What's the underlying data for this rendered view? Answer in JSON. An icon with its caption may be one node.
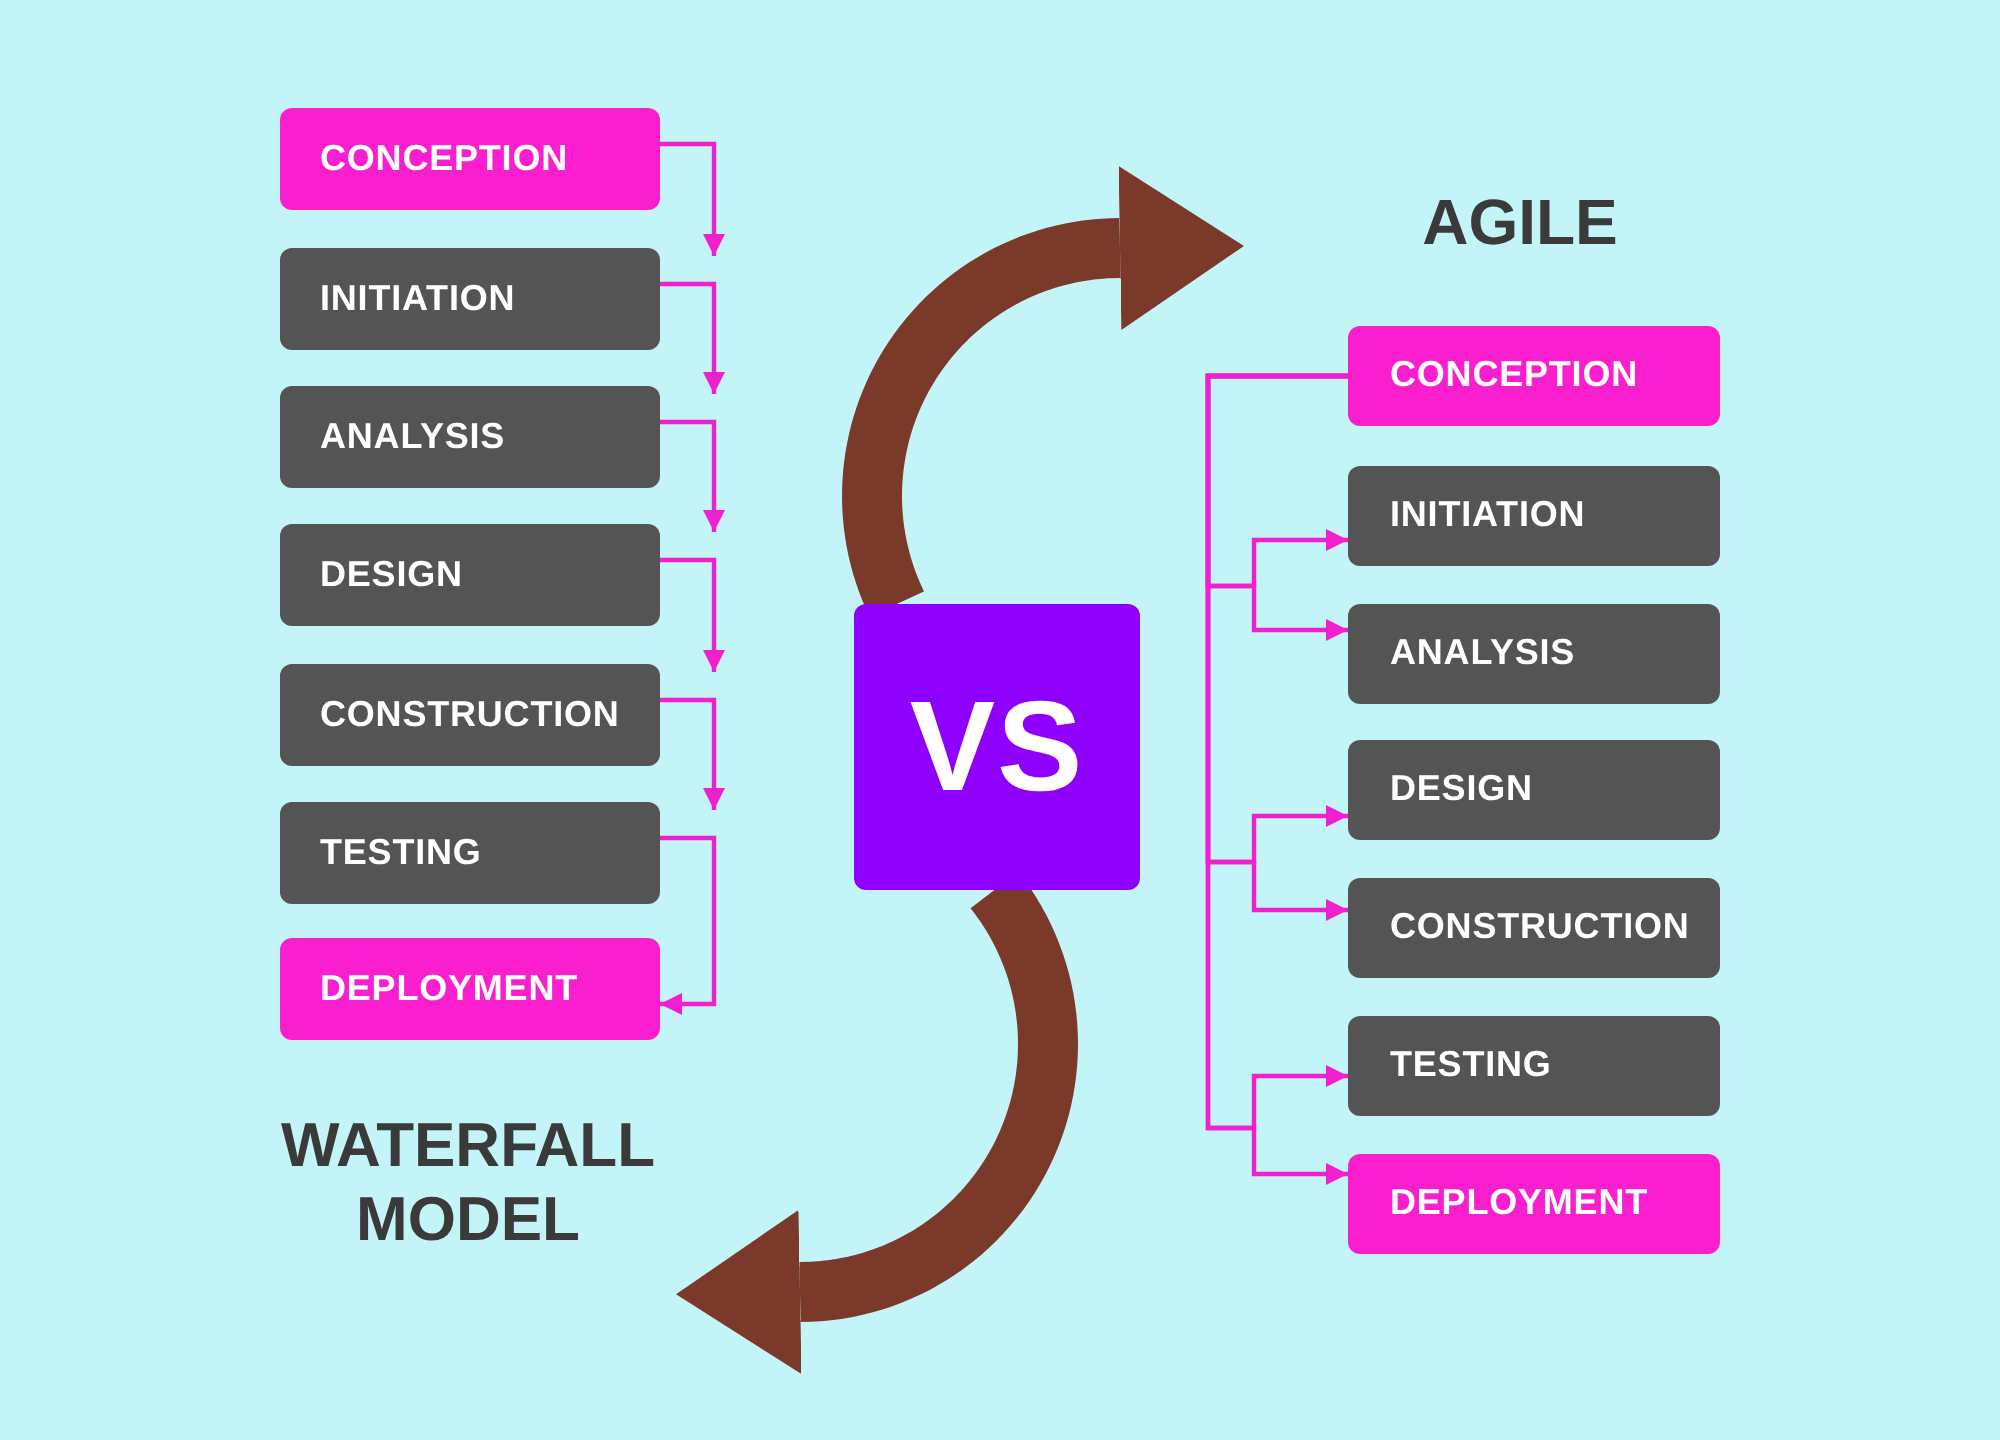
{
  "diagram": {
    "nodes": [
      {
        "text": [
          "CONCEPTION"
        ]
      },
      {
        "text": [
          "INITIATION"
        ]
      },
      {
        "text": [
          "ANALYSIS"
        ]
      },
      {
        "text": [
          "DESIGN"
        ]
      },
      {
        "text": [
          "CONSTRUCTION"
        ]
      },
      {
        "text": [
          "TESTING"
        ]
      },
      {
        "text": [
          "DEPLOYMENT"
        ]
      },
      {
        "text": [
          "VS"
        ]
      },
      {
        "text": [
          "CONCEPTION"
        ]
      },
      {
        "text": [
          "INITIATION"
        ]
      },
      {
        "text": [
          "ANALYSIS"
        ]
      },
      {
        "text": [
          "DESIGN"
        ]
      },
      {
        "text": [
          "CONSTRUCTION"
        ]
      },
      {
        "text": [
          "TESTING"
        ]
      },
      {
        "text": [
          "DEPLOYMENT"
        ]
      }
    ],
    "edges": [
      {
        "from": 0,
        "to": 1,
        "arrow": "to"
      },
      {
        "from": 1,
        "to": 2,
        "arrow": "to"
      },
      {
        "from": 2,
        "to": 3,
        "arrow": "to"
      },
      {
        "from": 3,
        "to": 4,
        "arrow": "to"
      },
      {
        "from": 4,
        "to": 5,
        "arrow": "to"
      },
      {
        "from": 5,
        "to": 6,
        "arrow": "to"
      },
      {
        "from": 7,
        "to": null,
        "arrow": "to",
        "style": "thick",
        "color": "#7b3a29"
      },
      {
        "from": 7,
        "to": null,
        "arrow": "to",
        "style": "thick",
        "color": "#7b3a29"
      },
      {
        "from": 8,
        "to": 9,
        "arrow": "to"
      },
      {
        "from": 8,
        "to": 10,
        "arrow": "to"
      },
      {
        "from": 8,
        "to": 11,
        "arrow": "to"
      },
      {
        "from": 8,
        "to": 12,
        "arrow": "to"
      },
      {
        "from": 8,
        "to": 13,
        "arrow": "to"
      },
      {
        "from": 8,
        "to": 14,
        "arrow": "to"
      }
    ],
    "labels": [
      "AGILE",
      "WATERFALL MODEL"
    ]
  }
}
